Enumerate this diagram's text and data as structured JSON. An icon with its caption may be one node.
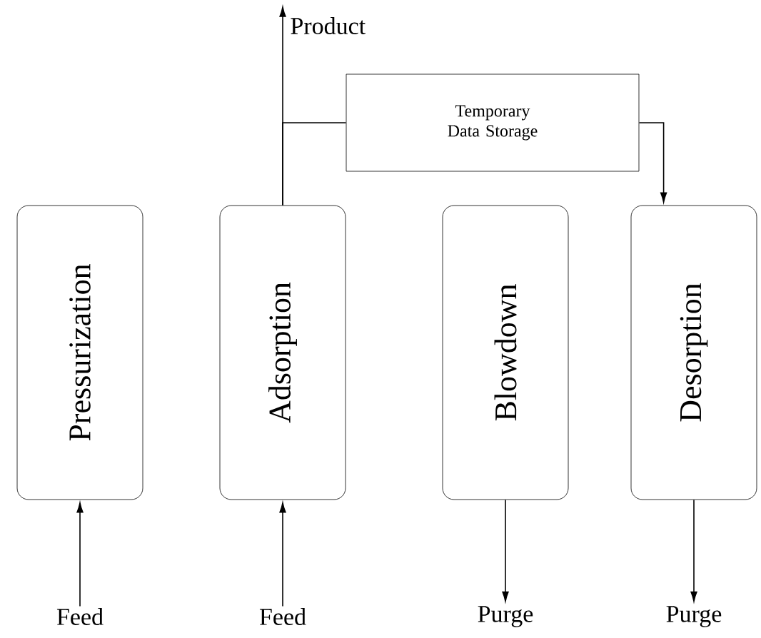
{
  "diagram": {
    "nodes": [
      {
        "text": [
          "Pressurization"
        ]
      },
      {
        "text": [
          "Adsorption"
        ]
      },
      {
        "text": [
          "Blowdown"
        ]
      },
      {
        "text": [
          "Desorption"
        ]
      },
      {
        "text": [
          "Temporary Data Storage"
        ]
      },
      {
        "text": [
          "Product"
        ]
      },
      {
        "text": [
          "Feed"
        ]
      },
      {
        "text": [
          "Feed"
        ]
      },
      {
        "text": [
          "Purge"
        ]
      },
      {
        "text": [
          "Purge"
        ]
      }
    ],
    "edges": [
      {
        "from": 1,
        "to": 5,
        "arrow": "to"
      },
      {
        "from": 1,
        "to": 4,
        "arrow": "none"
      },
      {
        "from": 4,
        "to": 3,
        "arrow": "to"
      },
      {
        "from": 6,
        "to": 0,
        "arrow": "to"
      },
      {
        "from": 7,
        "to": 1,
        "arrow": "to"
      },
      {
        "from": 2,
        "to": 8,
        "arrow": "to"
      },
      {
        "from": 3,
        "to": 9,
        "arrow": "to"
      }
    ]
  }
}
